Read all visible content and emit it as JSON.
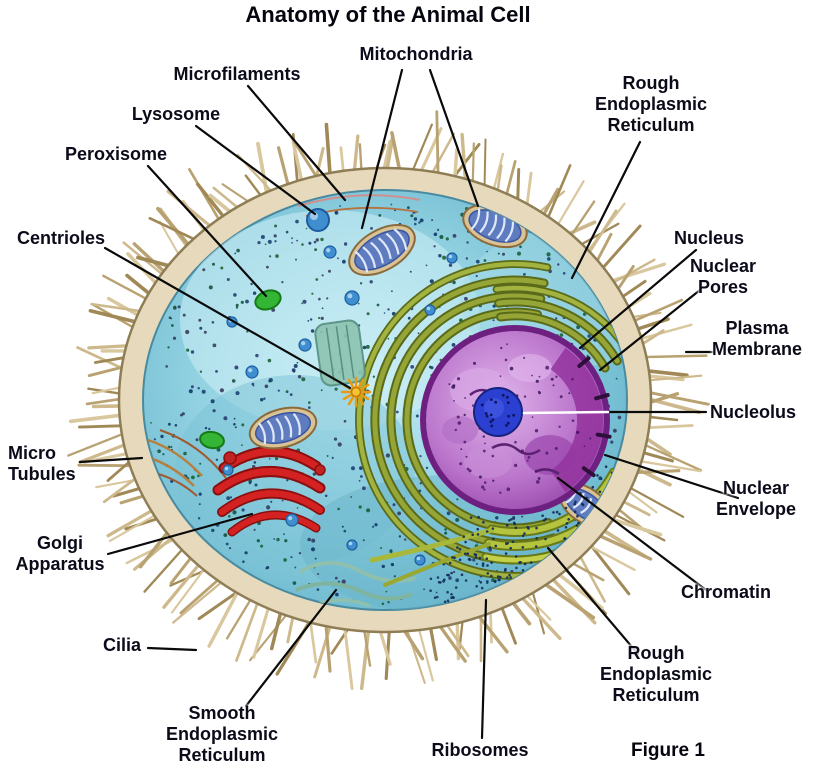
{
  "title": "Anatomy of the Animal Cell",
  "figure_caption": "Figure 1",
  "labels": {
    "microfilaments": "Microfilaments",
    "mitochondria": "Mitochondria",
    "lysosome": "Lysosome",
    "peroxisome": "Peroxisome",
    "rough_er_top": "Rough\nEndoplasmic\nReticulum",
    "centrioles": "Centrioles",
    "nucleus": "Nucleus",
    "nuclear_pores": "Nuclear\nPores",
    "plasma_membrane": "Plasma\nMembrane",
    "nucleolus": "Nucleolus",
    "micro_tubules": "Micro\nTubules",
    "nuclear_envelope": "Nuclear\nEnvelope",
    "golgi_apparatus": "Golgi\nApparatus",
    "chromatin": "Chromatin",
    "cilia": "Cilia",
    "rough_er_bottom": "Rough\nEndoplasmic\nReticulum",
    "smooth_er": "Smooth\nEndoplasmic\nReticulum",
    "ribosomes": "Ribosomes"
  },
  "colors": {
    "label_text": "#0b0b1a",
    "leader_line": "#0a0a0a",
    "membrane": "#e7dabc",
    "cilia": "#c4ae80",
    "cytoplasm": "#8fd0e0",
    "nucleus": "#bb76cc",
    "nuclear_envelope": "#6e2080",
    "nucleolus": "#2b3fd0",
    "golgi": "#d42222",
    "endoplasmic_reticulum": "#96a636",
    "mitochondrion_inner": "#5f7cc0",
    "centriole": "#e89b10"
  }
}
